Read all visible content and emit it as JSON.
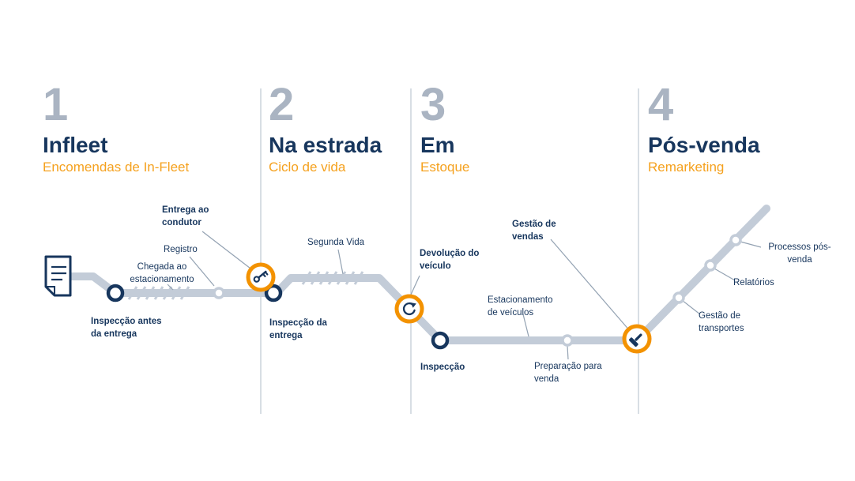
{
  "meta": {
    "language": "pt",
    "description": "Diagrama de ciclo de vida da frota (linha de jornada com quatro fases)"
  },
  "colors": {
    "navy": "#17365d",
    "orange_ring": "#f39200",
    "orange_text": "#f5a11e",
    "track": "#c3ccd8",
    "phase_number": "#aab4c2",
    "divider": "#ccd3dc"
  },
  "phases": [
    {
      "number": "1",
      "title": "Infleet",
      "subtitle": "Encomendas de In-Fleet"
    },
    {
      "number": "2",
      "title": "Na estrada",
      "subtitle": "Ciclo de vida"
    },
    {
      "number": "3",
      "title": "Em",
      "subtitle": "Estoque"
    },
    {
      "number": "4",
      "title": "Pós-venda",
      "subtitle": "Remarketing"
    }
  ],
  "labels": {
    "inspeccao_antes": "Inspecção antes\nda entrega",
    "chegada": "Chegada ao\nestacionamento",
    "registro": "Registro",
    "entrega_condutor": "Entrega ao\ncondutor",
    "inspeccao_entrega": "Inspecção da\nentrega",
    "segunda_vida": "Segunda Vida",
    "devolucao": "Devolução do\nveículo",
    "inspeccao": "Inspecção",
    "estacionamento": "Estacionamento\nde veículos",
    "preparacao": "Preparação para\nvenda",
    "gestao_vendas": "Gestão de\nvendas",
    "gestao_transportes": "Gestão de\ntransportes",
    "relatorios": "Relatórios",
    "processos": "Processos pós-\nvenda"
  },
  "icons": {
    "start": "document-icon",
    "entrega_condutor": "key-icon",
    "devolucao": "refresh-arrow-icon",
    "gestao_vendas": "gavel-icon"
  }
}
